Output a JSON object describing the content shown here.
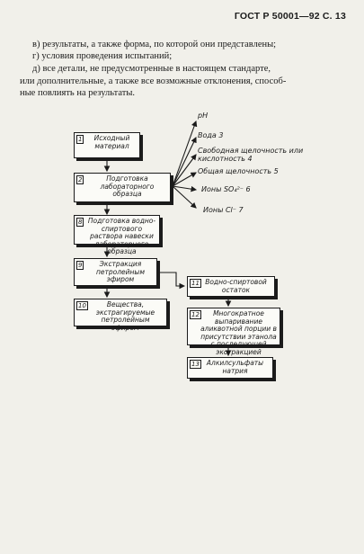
{
  "header": "ГОСТ Р 50001—92 С. 13",
  "paragraphs": {
    "b": "в) результаты, а также форма, по которой они представлены;",
    "g": "г) условия проведения испытаний;",
    "d1": "д) все детали, не предусмотренные в настоящем стандарте,",
    "d2": "или дополнительные, а также все возможные отклонения, способ-",
    "d3": "ные повлиять на результаты."
  },
  "boxes": [
    {
      "num": "1",
      "text": "Исходный материал"
    },
    {
      "num": "2",
      "text": "Подготовка лабораторного образца"
    },
    {
      "num": "8",
      "text": "Подготовка водно-спиртового раствора навески лабораторного образца"
    },
    {
      "num": "9",
      "text": "Экстракция петролейным эфиром"
    },
    {
      "num": "10",
      "text": "Вещества, экстрагируемые петролейным эфиром"
    },
    {
      "num": "11",
      "text": "Водно-спиртовой остаток"
    },
    {
      "num": "12",
      "text": "Многократное выпаривание аликвотной порции в присутствии этанола с последующей экстракцией горячим этанолом"
    },
    {
      "num": "13",
      "text": "Алкилсульфаты натрия"
    }
  ],
  "outputs": [
    {
      "text": "pH"
    },
    {
      "text": "Вода 3"
    },
    {
      "text": "Свободная щелочность или кислотность 4"
    },
    {
      "text": "Общая щелочность 5"
    },
    {
      "text": "Ионы SO₄²⁻ 6"
    },
    {
      "text": "Ионы Cl⁻ 7"
    }
  ]
}
